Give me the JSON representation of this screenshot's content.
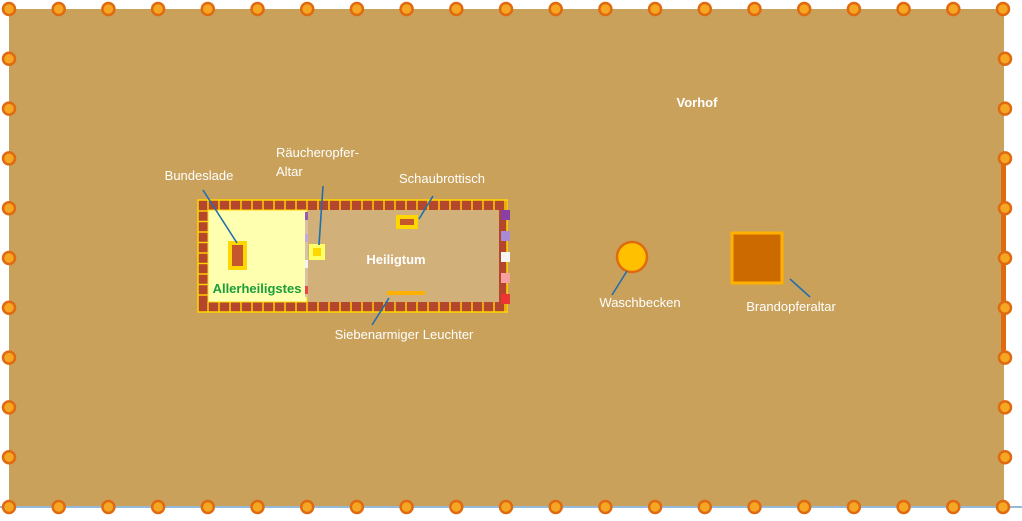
{
  "labels": {
    "courtyard": "Vorhof",
    "holy_place": "Heiligtum",
    "holy_of_holies": "Allerheiligstes",
    "ark": "Bundeslade",
    "incense_altar_line1": "Räucheropfer-",
    "incense_altar_line2": "Altar",
    "showbread_table": "Schaubrottisch",
    "lampstand": "Siebenarmiger Leuchter",
    "laver": "Waschbecken",
    "burnt_offering_altar": "Brandopferaltar"
  },
  "colors": {
    "courtyard_fill": "#c9a15a",
    "post_fill": "#f5a623",
    "post_stroke": "#e06a10",
    "tent_frame": "#b5462e",
    "tent_gold": "#ffd700",
    "holy_of_holies_fill": "#ffffb0",
    "holy_place_fill": "#d1b07a",
    "ark_fill": "#c5562e",
    "altar_fill": "#cc6a00",
    "altar_border": "#ffb000",
    "laver_fill": "#ffc000",
    "leader_line": "#1f6fae",
    "entrance_colors": [
      "#8a3fa8",
      "#a98ad4",
      "#f4f4f4",
      "#f6a0a0",
      "#ee3333"
    ]
  }
}
